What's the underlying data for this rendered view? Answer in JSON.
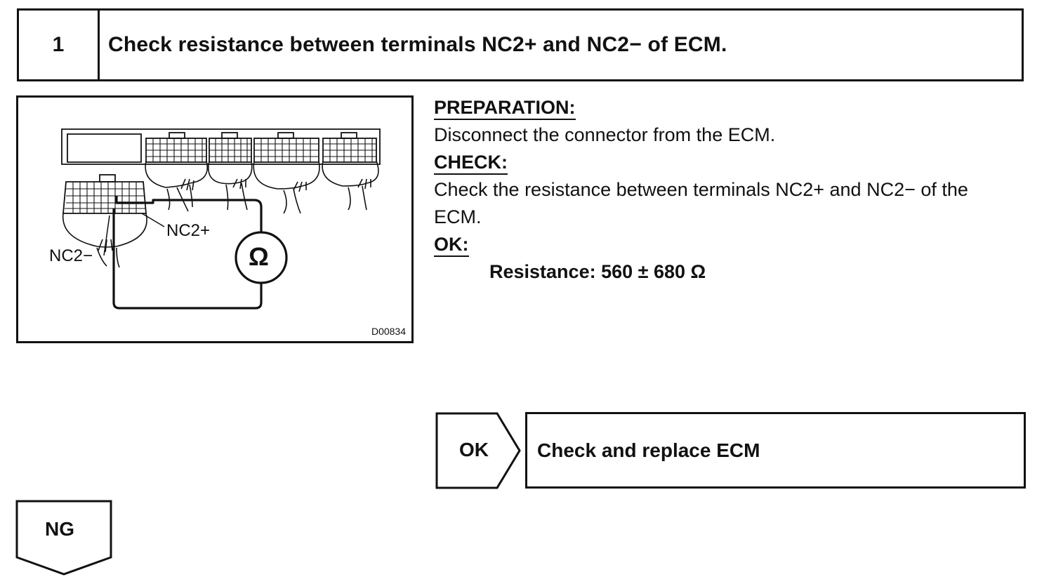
{
  "step": {
    "number": "1",
    "title": "Check resistance between terminals NC2+ and NC2− of ECM."
  },
  "figure": {
    "label_nc2_plus": "NC2+",
    "label_nc2_minus": "NC2−",
    "ohm_symbol": "Ω",
    "code": "D00834",
    "icon": "ecm-connector-ohmmeter-diagram"
  },
  "instructions": {
    "preparation_heading": "PREPARATION:",
    "preparation_text": "Disconnect the connector from the ECM.",
    "check_heading": "CHECK:",
    "check_text_line1": "Check the resistance between terminals NC2+ and NC2− of the",
    "check_text_line2": "ECM.",
    "ok_heading": "OK:",
    "ok_spec": "Resistance: 560 ± 680 Ω"
  },
  "outcomes": {
    "ok_label": "OK",
    "ok_action": "Check and replace ECM",
    "ng_label": "NG"
  }
}
